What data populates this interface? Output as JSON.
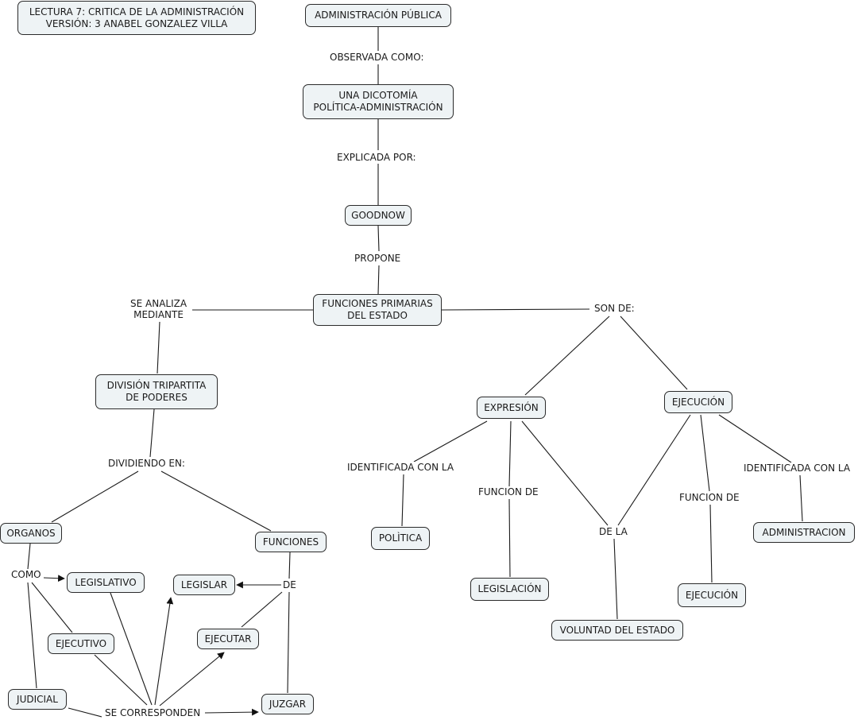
{
  "title": {
    "line1": "LECTURA 7: CRITICA DE LA ADMINISTRACIÓN",
    "line2": "VERSIÓN: 3 ANABEL GONZALEZ VILLA"
  },
  "concepts": {
    "administracion_publica": "ADMINISTRACIÓN PÚBLICA",
    "dicotomia_1": "UNA DICOTOMÍA",
    "dicotomia_2": "POLÍTICA-ADMINISTRACIÓN",
    "goodnow": "GOODNOW",
    "funciones_primarias_1": "FUNCIONES PRIMARIAS",
    "funciones_primarias_2": "DEL ESTADO",
    "division_1": "DIVISIÓN TRIPARTITA",
    "division_2": "DE PODERES",
    "organos": "ORGANOS",
    "funciones": "FUNCIONES",
    "legislativo": "LEGISLATIVO",
    "ejecutivo": "EJECUTIVO",
    "judicial": "JUDICIAL",
    "legislar": "LEGISLAR",
    "ejecutar": "EJECUTAR",
    "juzgar": "JUZGAR",
    "expresion": "EXPRESIÓN",
    "ejecucion_top": "EJECUCIÓN",
    "politica": "POLÌTICA",
    "legislacion": "LEGISLACIÓN",
    "voluntad": "VOLUNTAD DEL ESTADO",
    "ejecucion_bottom": "EJECUCIÓN",
    "administracion": "ADMINISTRACION"
  },
  "linking_phrases": {
    "observada": "OBSERVADA COMO:",
    "explicada": "EXPLICADA POR:",
    "propone": "PROPONE",
    "se_analiza_1": "SE ANALIZA",
    "se_analiza_2": "MEDIANTE",
    "son_de": "SON DE:",
    "dividiendo": "DIVIDIENDO EN:",
    "como": "COMO",
    "de": "DE",
    "se_corresponden": "SE CORRESPONDEN",
    "identificada_left": "IDENTIFICADA CON LA",
    "funcion_de_left": "FUNCION DE",
    "de_la": "DE LA",
    "funcion_de_right": "FUNCION DE",
    "identificada_right": "IDENTIFICADA CON LA"
  },
  "colors": {
    "node_fill": "#eef3f5",
    "node_border": "#2b2b2b",
    "line": "#1a1a1a"
  }
}
